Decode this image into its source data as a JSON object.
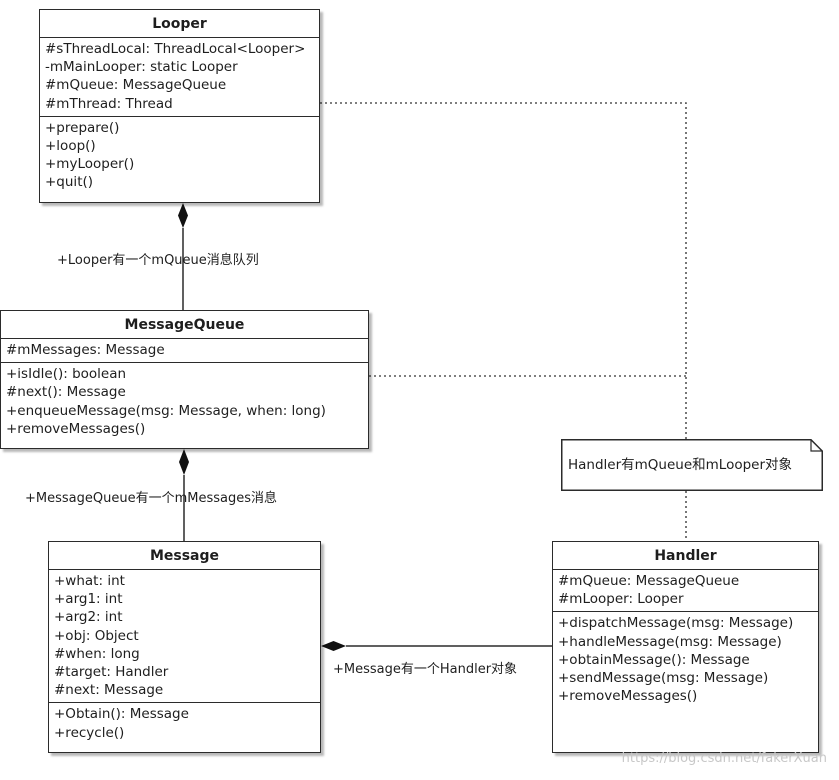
{
  "classes": {
    "looper": {
      "name": "Looper",
      "attributes": [
        "#sThreadLocal: ThreadLocal<Looper>",
        "-mMainLooper: static Looper",
        "#mQueue: MessageQueue",
        "#mThread: Thread"
      ],
      "methods": [
        "+prepare()",
        "+loop()",
        "+myLooper()",
        "+quit()"
      ]
    },
    "messagequeue": {
      "name": "MessageQueue",
      "attributes": [
        "#mMessages: Message"
      ],
      "methods": [
        "+isIdle(): boolean",
        "#next(): Message",
        "+enqueueMessage(msg: Message, when: long)",
        "+removeMessages()"
      ]
    },
    "message": {
      "name": "Message",
      "attributes": [
        "+what: int",
        "+arg1: int",
        "+arg2: int",
        "+obj: Object",
        "#when: long",
        "#target: Handler",
        "#next: Message"
      ],
      "methods": [
        "+Obtain(): Message",
        "+recycle()"
      ]
    },
    "handler": {
      "name": "Handler",
      "attributes": [
        "#mQueue: MessageQueue",
        "#mLooper: Looper"
      ],
      "methods": [
        "+dispatchMessage(msg: Message)",
        "+handleMessage(msg: Message)",
        "+obtainMessage(): Message",
        "+sendMessage(msg: Message)",
        "+removeMessages()"
      ]
    }
  },
  "relations": {
    "looper_messagequeue": "+Looper有一个mQueue消息队列",
    "messagequeue_message": "+MessageQueue有一个mMessages消息",
    "message_handler": "+Message有一个Handler对象"
  },
  "note": "Handler有mQueue和mLooper对象",
  "watermark": "https://blog.csdn.net/fakerXuan"
}
